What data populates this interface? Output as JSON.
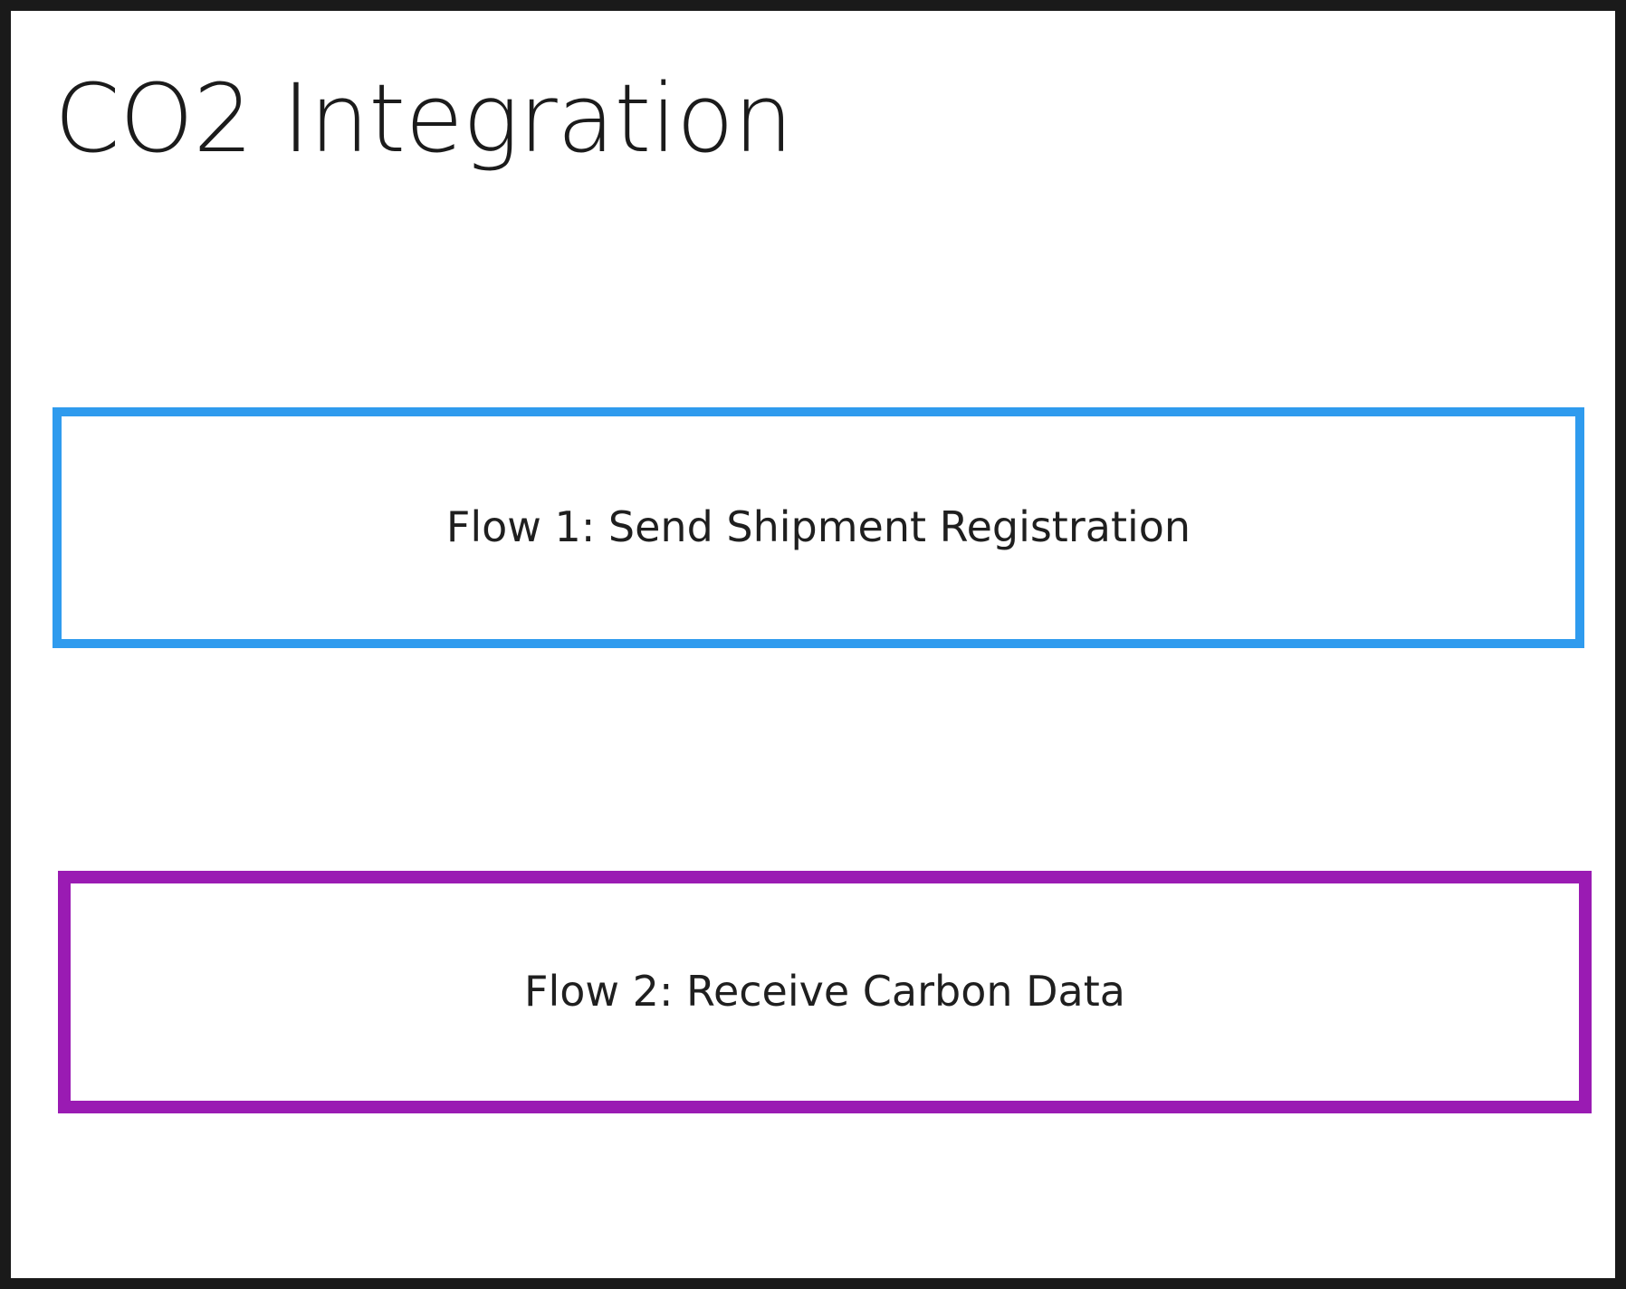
{
  "diagram": {
    "title": "CO2 Integration",
    "frame_color": "#1a1a1a",
    "canvas_color": "#ffffff",
    "text_color": "#1b1b1b",
    "boxes": [
      {
        "id": "flow-1",
        "label": "Flow 1: Send Shipment Registration",
        "border_color": "#2f9bee"
      },
      {
        "id": "flow-2",
        "label": "Flow 2: Receive Carbon Data",
        "border_color": "#9a1bb3"
      }
    ]
  }
}
